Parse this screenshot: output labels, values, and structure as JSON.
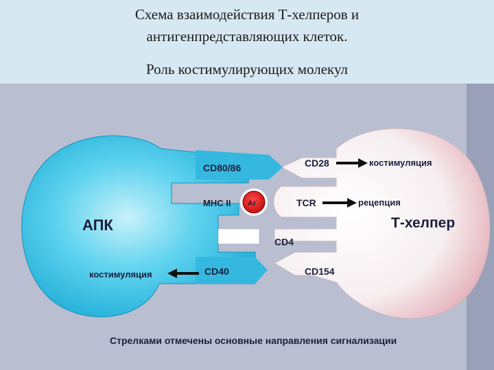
{
  "header": {
    "title_line1": "Схема взаимодействия Т-хелперов и",
    "title_line2": "антигенпредставляющих клеток.",
    "subtitle": "Роль костимулирующих молекул"
  },
  "diagram": {
    "apc_label": "АПК",
    "thelper_label": "Т-хелпер",
    "cd80_label": "CD80/86",
    "cd28_label": "CD28",
    "mhc_label": "MHC II",
    "ag_label": "Аг",
    "tcr_label": "TCR",
    "cd4_label": "CD4",
    "cd40_label": "CD40",
    "cd154_label": "CD154",
    "costim_right_label": "костимуляция",
    "reception_label": "рецепция",
    "costim_left_label": "костимуляция",
    "footer_note": "Стрелками отмечены основные направления сигнализации"
  },
  "colors": {
    "apc_cyan": "#38c3e6",
    "thelper_white": "#f7f2f3",
    "antigen_red": "#d81c1c",
    "text_dark": "#1b1f3a"
  }
}
